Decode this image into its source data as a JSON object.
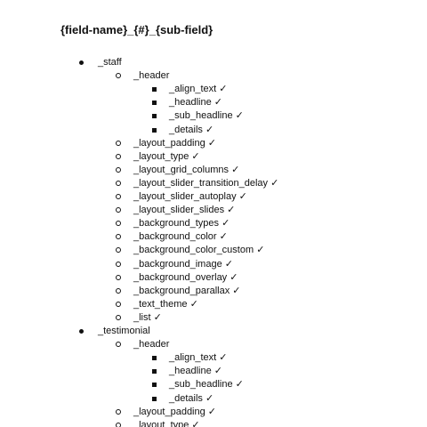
{
  "title": "{field-name}_{#}_{sub-field}",
  "lines": [
    {
      "level": 1,
      "text": "_staff"
    },
    {
      "level": 2,
      "text": "_header"
    },
    {
      "level": 3,
      "text": "_align_text ✓"
    },
    {
      "level": 3,
      "text": "_headline ✓"
    },
    {
      "level": 3,
      "text": "_sub_headline ✓"
    },
    {
      "level": 3,
      "text": "_details ✓"
    },
    {
      "level": 2,
      "text": "_layout_padding ✓"
    },
    {
      "level": 2,
      "text": "_layout_type ✓"
    },
    {
      "level": 2,
      "text": "_layout_grid_columns ✓"
    },
    {
      "level": 2,
      "text": "_layout_slider_transition_delay ✓"
    },
    {
      "level": 2,
      "text": "_layout_slider_autoplay ✓"
    },
    {
      "level": 2,
      "text": "_layout_slider_slides ✓"
    },
    {
      "level": 2,
      "text": "_background_types ✓"
    },
    {
      "level": 2,
      "text": "_background_color ✓"
    },
    {
      "level": 2,
      "text": "_background_color_custom ✓"
    },
    {
      "level": 2,
      "text": "_background_image ✓"
    },
    {
      "level": 2,
      "text": "_background_overlay ✓"
    },
    {
      "level": 2,
      "text": "_background_parallax ✓"
    },
    {
      "level": 2,
      "text": "_text_theme ✓"
    },
    {
      "level": 2,
      "text": "_list ✓"
    },
    {
      "level": 1,
      "text": "_testimonial"
    },
    {
      "level": 2,
      "text": "_header"
    },
    {
      "level": 3,
      "text": "_align_text  ✓"
    },
    {
      "level": 3,
      "text": "_headline  ✓"
    },
    {
      "level": 3,
      "text": "_sub_headline  ✓"
    },
    {
      "level": 3,
      "text": "_details  ✓"
    },
    {
      "level": 2,
      "text": "_layout_padding  ✓"
    },
    {
      "level": 2,
      "text": "_layout_type  ✓"
    }
  ]
}
